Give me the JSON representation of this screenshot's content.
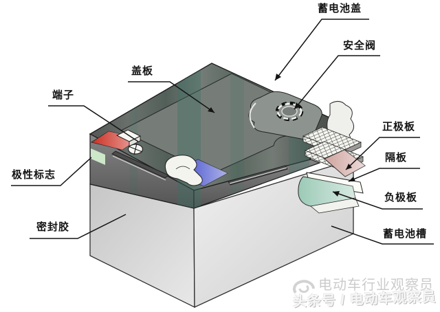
{
  "diagram": {
    "labels": [
      {
        "id": "battery-cover",
        "text": "蓄电池盖"
      },
      {
        "id": "safety-valve",
        "text": "安全阀"
      },
      {
        "id": "cover-plate",
        "text": "盖板"
      },
      {
        "id": "terminal",
        "text": "端子"
      },
      {
        "id": "positive-plate",
        "text": "正极板"
      },
      {
        "id": "separator",
        "text": "隔板"
      },
      {
        "id": "polarity-mark",
        "text": "极性标志"
      },
      {
        "id": "negative-plate",
        "text": "负极板"
      },
      {
        "id": "sealant",
        "text": "密封胶"
      },
      {
        "id": "battery-container",
        "text": "蓄电池槽"
      }
    ],
    "colors": {
      "positive_mark_red": "#cc2f22",
      "negative_mark_blue": "#3340c8",
      "positive_plate_pink": "#cfa49e",
      "negative_plate_green": "#9ccab7",
      "cover_gray": "#666c68",
      "container_gray": "#dcdcdc",
      "streak_teal": "#3c7263"
    },
    "watermark": {
      "line1": "电动车行业观察员",
      "line2": "头条号 / 电动车观察员"
    }
  }
}
